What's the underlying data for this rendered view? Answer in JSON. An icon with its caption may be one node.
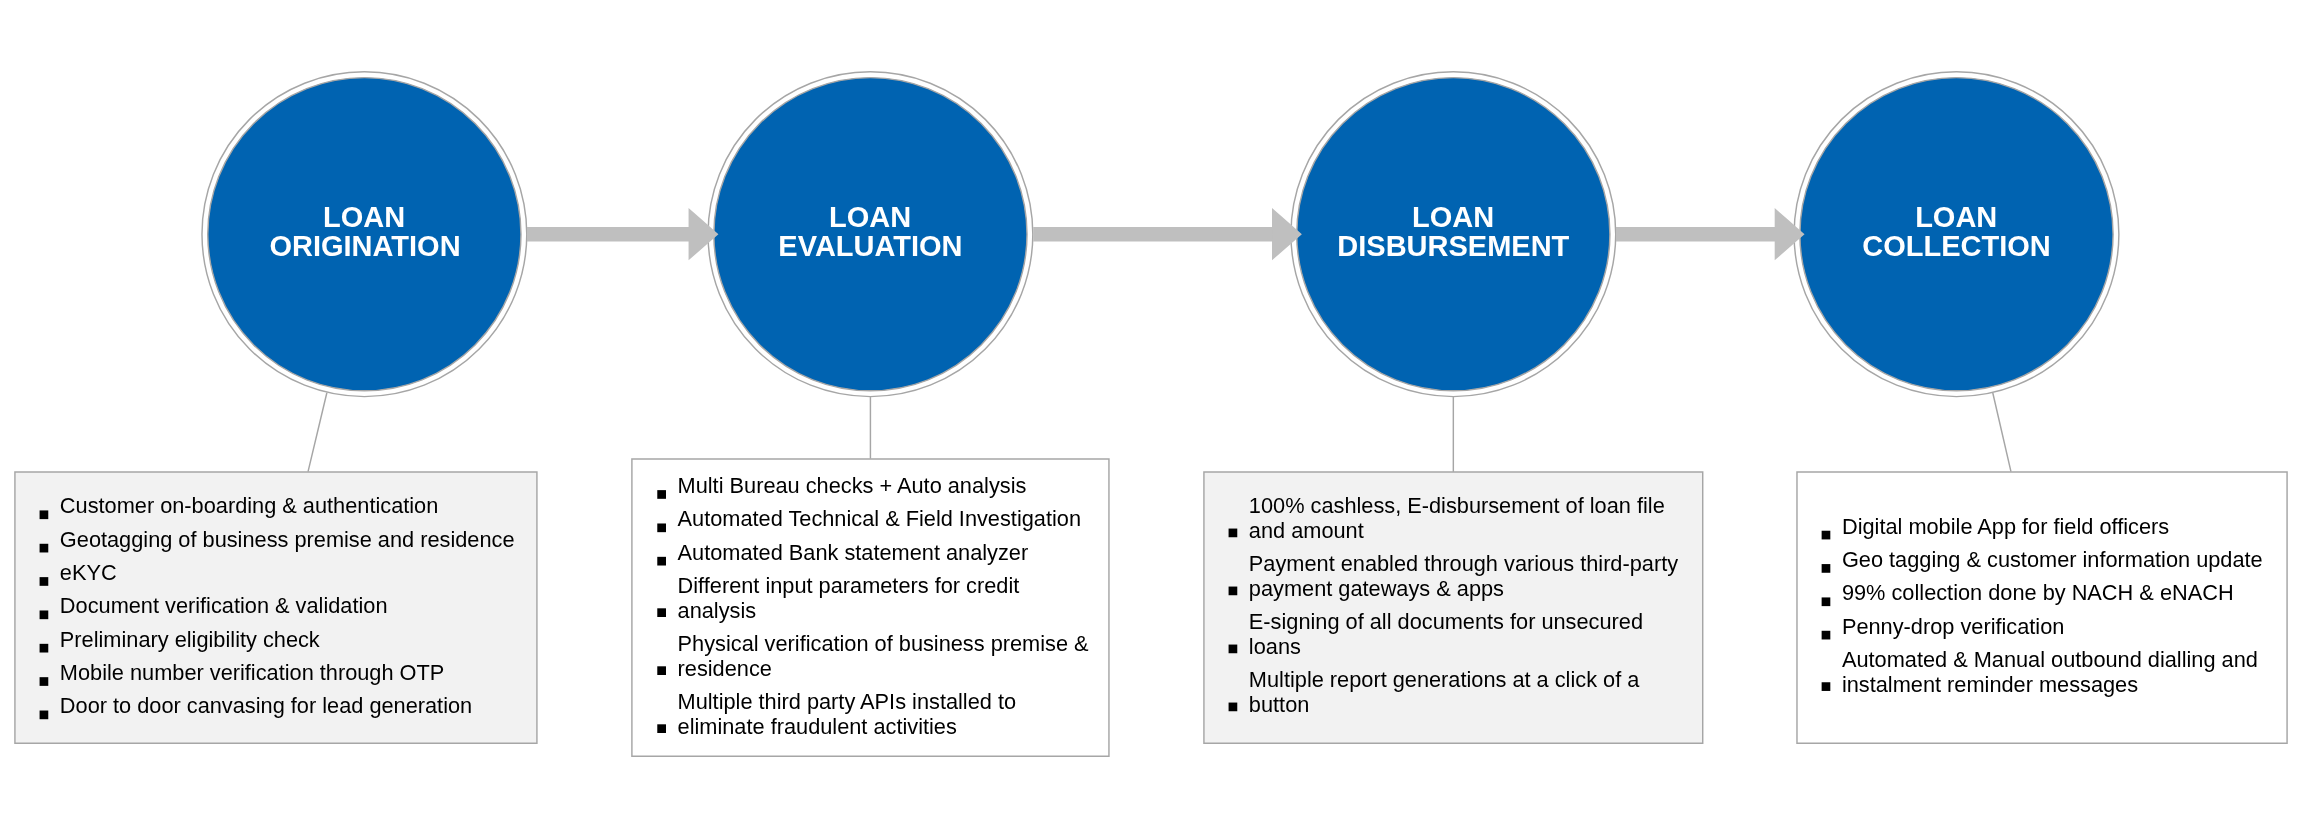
{
  "diagram": {
    "nodes": [
      {
        "text": [
          "LOAN ORIGINATION"
        ]
      },
      {
        "text": [
          "LOAN EVALUATION"
        ]
      },
      {
        "text": [
          "LOAN DISBURSEMENT"
        ]
      },
      {
        "text": [
          "LOAN COLLECTION"
        ]
      },
      {
        "text": [
          "Customer on-boarding & authentication",
          "Geotagging of business premise and residence",
          "eKYC",
          "Document verification & validation",
          "Preliminary eligibility check",
          "Mobile number verification through OTP",
          "Door to door canvasing for lead generation"
        ]
      },
      {
        "text": [
          "Multi Bureau checks + Auto analysis",
          "Automated Technical & Field Investigation",
          "Automated Bank statement analyzer",
          "Different input parameters for credit analysis",
          "Physical verification of business premise & residence",
          "Multiple third party APIs installed to eliminate fraudulent activities"
        ]
      },
      {
        "text": [
          "100% cashless, E-disbursement of loan file and amount",
          "Payment enabled through various third-party payment gateways & apps",
          "E-signing of all documents for unsecured loans",
          "Multiple report generations at a click of a button"
        ]
      },
      {
        "text": [
          "Digital mobile App for field officers",
          "Geo tagging & customer information update",
          "99% collection done by NACH & eNACH",
          "Penny-drop verification",
          "Automated & Manual outbound dialling and instalment reminder messages"
        ]
      }
    ],
    "edges": [
      {
        "from": 0,
        "to": 1,
        "arrow": "to",
        "style": "thick",
        "color": "#bfbfbf"
      },
      {
        "from": 1,
        "to": 2,
        "arrow": "to",
        "style": "thick",
        "color": "#bfbfbf"
      },
      {
        "from": 2,
        "to": 3,
        "arrow": "to",
        "style": "thick",
        "color": "#bfbfbf"
      },
      {
        "from": 0,
        "to": 4,
        "arrow": "none"
      },
      {
        "from": 1,
        "to": 5,
        "arrow": "none"
      },
      {
        "from": 2,
        "to": 6,
        "arrow": "none"
      },
      {
        "from": 3,
        "to": 7,
        "arrow": "none"
      }
    ]
  }
}
